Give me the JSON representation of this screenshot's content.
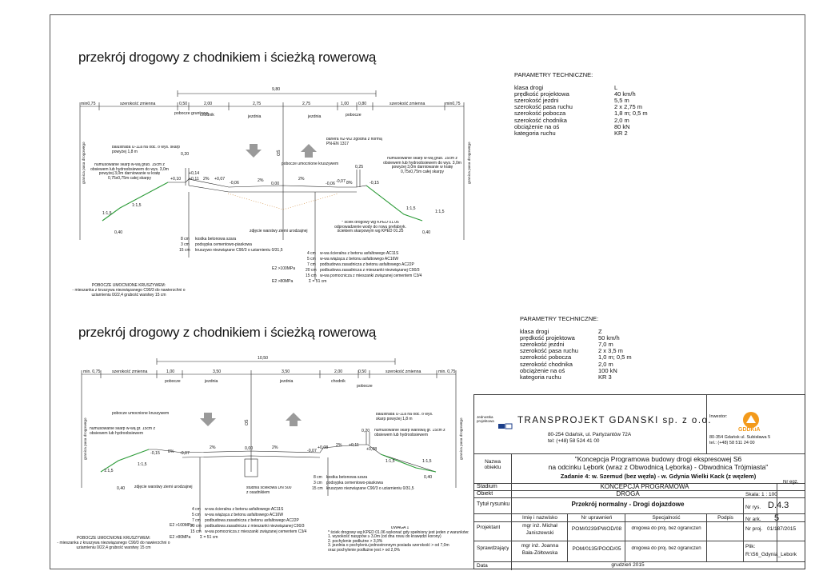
{
  "section1": {
    "title": "przekrój drogowy z chodnikiem i ścieżką rowerową",
    "params_title": "PARAMETRY TECHNICZNE:",
    "params": [
      {
        "k": "klasa drogi",
        "v": "L"
      },
      {
        "k": "prędkość projektowa",
        "v": "40 km/h"
      },
      {
        "k": "szerokość jezdni",
        "v": "5,5 m"
      },
      {
        "k": "szerokość pasa ruchu",
        "v": "2 x 2,75 m"
      },
      {
        "k": "szerokość pobocza",
        "v": "1,8 m; 0,5 m"
      },
      {
        "k": "szerokość chodnika",
        "v": "2,0 m"
      },
      {
        "k": "obciążenie na oś",
        "v": "80 kN"
      },
      {
        "k": "kategoria ruchu",
        "v": "KR 2"
      }
    ],
    "total": "9,80",
    "dims": [
      "min0,75",
      "szerokość zmienna",
      "0,50",
      "2,00",
      "2,75",
      "2,75",
      "1,00",
      "0,80",
      "szerokość zmienna",
      "min0,75"
    ],
    "zones": [
      "pobocze gruntowe",
      "chodnik",
      "jezdnia",
      "jezdnia",
      "pobocze"
    ],
    "axis": "OŚ",
    "labels": {
      "barrier_note": "balustrada U-11a na odc. o wys. skarp powyżej 1,8 m",
      "left_slope": "humusowanie skarp w-wą grub. 15cm z obsiewem lub hydroobsiewem do wys. 3,0m powyżej 3,0m darniowanie w kratę 0,75x0,75m całej skarpy",
      "right_slope": "humusowanie skarp w-wą grub. 15cm z obsiewem lub hydroobsiewem do wys. 3,0m powyżej 3,0m darniowanie w kratę 0,75x0,75m całej skarpy",
      "barrier2": "bariera N2-W2 zgodna z normą PN-EN 1317",
      "shoulder": "pobocze umocnione kruszywem",
      "ditch": "* ściek drogowy wg KPED 01.06 odprowadzenie wody do rowu prefabryk. ściekiem skarpowym wg KPED 01.25",
      "topsoil": "zdjęcie warstwy ziemi urodzajnej",
      "embank_left": "granica pasa drogowego",
      "embank_right": "granica pasa drogowego",
      "shoulder_note_title": "POBOCZE UMOCNIONE KRUSZYWEM:",
      "shoulder_note": "- mieszanka z kruszywa niezwiązanego C90/3 do nawierzchni o uziarnieniu 0/22,4 grubość warstwy 15 cm"
    },
    "levels": [
      "0,20",
      "+0,14",
      "+0,11",
      "+0,10",
      "2%",
      "+0,07",
      "-0,06",
      "2%",
      "0,00",
      "2%",
      "-0,06",
      "-0,07",
      "8%",
      "-0,15",
      "0,25"
    ],
    "slopes": [
      "1:1,5",
      "1:1,5",
      "1:1,5",
      "1:1,5",
      "0,40",
      "0,40"
    ],
    "sidewalk_layers": [
      {
        "t": "8 cm",
        "d": "kostka betonowa szara"
      },
      {
        "t": "3 cm",
        "d": "podsypka cementowo-piaskowa"
      },
      {
        "t": "15 cm",
        "d": "kruszywo niezwiązane C90/3 o uziarnieniu 0/31,5"
      }
    ],
    "road_layers": [
      {
        "t": "4 cm",
        "d": "w-wa ścieralna z betonu asfaltowego AC11S"
      },
      {
        "t": "5 cm",
        "d": "w-wa wiążąca z betonu asfaltowego AC16W"
      },
      {
        "t": "7 cm",
        "d": "podbudowa zasadnicza z betonu asfaltowego AC22P"
      },
      {
        "t": "20 cm",
        "d": "podbudowa zasadnicza z mieszanki niezwiązanej  C90/3"
      },
      {
        "t": "15 cm",
        "d": "w-wa pomocnicza z mieszanki związanej cementem C3/4"
      }
    ],
    "e2a": "E2 >100MPa",
    "e2b": "E2 >80MPa",
    "sum": "Σ = 51 cm"
  },
  "section2": {
    "title": "przekrój drogowy z chodnikiem i ścieżką rowerową",
    "params_title": "PARAMETRY TECHNICZNE:",
    "params": [
      {
        "k": "klasa drogi",
        "v": "Z"
      },
      {
        "k": "prędkość projektowa",
        "v": "50 km/h"
      },
      {
        "k": "szerokość jezdni",
        "v": "7,0 m"
      },
      {
        "k": "szerokość pasa ruchu",
        "v": "2 x 3,5 m"
      },
      {
        "k": "szerokość pobocza",
        "v": "1,0 m; 0,5 m"
      },
      {
        "k": "szerokość chodnika",
        "v": "2,0 m"
      },
      {
        "k": "obciążenie na oś",
        "v": "100 kN"
      },
      {
        "k": "kategoria ruchu",
        "v": "KR 3"
      }
    ],
    "total": "10,50",
    "dims": [
      "min. 0,75",
      "szerokość zmienna",
      "1,00",
      "3,50",
      "3,50",
      "2,00",
      "0,50",
      "szerokość zmienna",
      "min. 0,75"
    ],
    "zones": [
      "pobocze",
      "jezdnia",
      "jezdnia",
      "chodnik",
      "pobocze"
    ],
    "axis": "OŚ",
    "labels": {
      "shoulder": "pobocze umocnione kruszywem",
      "left_slope": "humusowanie skarp w-wą gr. 15cm z obsiewem lub hydroobsiewem",
      "right_slope": "humusowanie skarp warstwą gr. 15cm z obsiewem lub hydroobsiewem",
      "barrier_note": "balustrada U-11a na odc. o wys. skarp powyżej 1,8 m",
      "topsoil": "zdjęcie warstwy ziemi urodzajnej",
      "well": "studnia ściekowa DN 500 z osadnikiem",
      "embank_left": "granica pasa drogowego",
      "embank_right": "granica pasa drogowego",
      "shoulder_note_title": "POBOCZE UMOCNIONE KRUSZYWEM:",
      "shoulder_note": "- mieszanka z kruszywa niezwiązanego C90/3 do nawierzchni o uziarnieniu 0/22,4 grubość warstwy 15 cm"
    },
    "levels": [
      "-0,15",
      "8%",
      "-0,07",
      "2%",
      "0,00",
      "2%",
      "-0,07",
      "+0,08",
      "2%",
      "+0,11",
      "+0,08",
      "0,20"
    ],
    "slopes": [
      "1:1,5",
      "1:1,5",
      "1:1,5",
      "1:1,5",
      "0,40",
      "0,40"
    ],
    "sidewalk_layers": [
      {
        "t": "8 cm",
        "d": "kostka betonowa szara"
      },
      {
        "t": "3 cm",
        "d": "podsypka cementowo-piaskowa"
      },
      {
        "t": "15 cm",
        "d": "kruszywo niezwiązane C90/3 o uziarnieniu 0/31,5"
      }
    ],
    "road_layers": [
      {
        "t": "4 cm",
        "d": "w-wa ścieralna z betonu asfaltowego AC11S"
      },
      {
        "t": "5 cm",
        "d": "w-wa wiążąca z betonu asfaltowego AC16W"
      },
      {
        "t": "7 cm",
        "d": "podbudowa zasadnicza z betonu asfaltowego AC22P"
      },
      {
        "t": "20 cm",
        "d": "podbudowa zasadnicza z mieszanki niezwiązanej  C90/3"
      },
      {
        "t": "15 cm",
        "d": "w-wa pomocnicza z mieszanki związanej cementem C3/4"
      }
    ],
    "e2a": "E2 >100MPa",
    "e2b": "E2 >80MPa",
    "sum": "Σ = 51 cm",
    "notes_title": "UWAGA 1",
    "notes": [
      "* ściek drogowy wg KPED 01.06 wykonać gdy spełniony jest jeden z warunków:",
      "1. wysokość nasypów ≥ 3,0m  (od dna rowu do krawędzi korony)",
      "2. pochylenie podłużne > 3,0%",
      "3. jezdnia o pochyleniu jednostronnym posiada szerokość > od 7,0m",
      "   oraz pochylenie podłużne jest > od 2,0%"
    ]
  },
  "title_block": {
    "company_small": "Jednostka projektowa",
    "company": "TRANSPROJEKT GDAŃSKI sp. z o.o.",
    "company_addr1": "80-254 Gdańsk, ul. Partyzantów 72A",
    "company_addr2": "tel: (+48) 58 524 41 00",
    "investor_label": "Inwestor:",
    "investor": "GDDKiA",
    "investor_addr1": "80-354 Gdańsk ul. Subisława 5",
    "investor_addr2": "tel.: (+48) 58 511 24 00",
    "nazwa_label": "Nazwa obiektu",
    "project_line1": "\"Koncepcja Programowa budowy drogi ekspresowej S6",
    "project_line2": "na odcinku Lębork (wraz z Obwodnicą Lęborka) - Obwodnica Trójmiasta\"",
    "project_line3": "Zadanie 4: w. Szemud (bez węzła) - w. Gdynia Wielki Kack (z węzłem)",
    "stadium_label": "Stadium",
    "stadium": "KONCEPCJA PROGRAMOWA",
    "obiekt_label": "Obiekt",
    "obiekt": "DROGA",
    "tytul_label": "Tytuł rysunku",
    "tytul": "Przekrój normalny - Drogi dojazdowe",
    "skala_label": "Skala:",
    "skala": "1 : 100",
    "nr_egz_label": "Nr egz.",
    "nr_rys_label": "Nr rys.",
    "nr_rys": "D.4.3",
    "nr_ark_label": "Nr ark.",
    "nr_ark": "5",
    "nr_proj_label": "Nr proj.",
    "nr_proj": "01/187/2015",
    "plik_label": "Plik:",
    "plik": "R:\\S6_Gdynia_Lebork",
    "col_name": "Imię i nazwisko",
    "col_perm": "Nr uprawnień",
    "col_spec": "Specjalność",
    "col_sign": "Podpis",
    "projektant_label": "Projektant",
    "projektant_name1": "mgr inż. Michał",
    "projektant_name2": "Janiszewski",
    "projektant_perm": "POM/0239/PWOD/08",
    "projektant_spec": "drogowa do proj. bez ograniczeń",
    "sprawdzajacy_label": "Sprawdzający",
    "sprawdzajacy_name1": "mgr inż. Joanna",
    "sprawdzajacy_name2": "Bała-Żółtowska",
    "sprawdzajacy_perm": "POM/0135/POOD/05",
    "sprawdzajacy_spec": "drogowa do proj. bez ograniczeń",
    "data_label": "Data",
    "data": "grudzień 2015"
  },
  "colors": {
    "line": "#222",
    "slope": "#2e9e3a",
    "soil": "#d08a3a",
    "arrow": "#9a9a9a",
    "logo_orange": "#f39a1b"
  }
}
